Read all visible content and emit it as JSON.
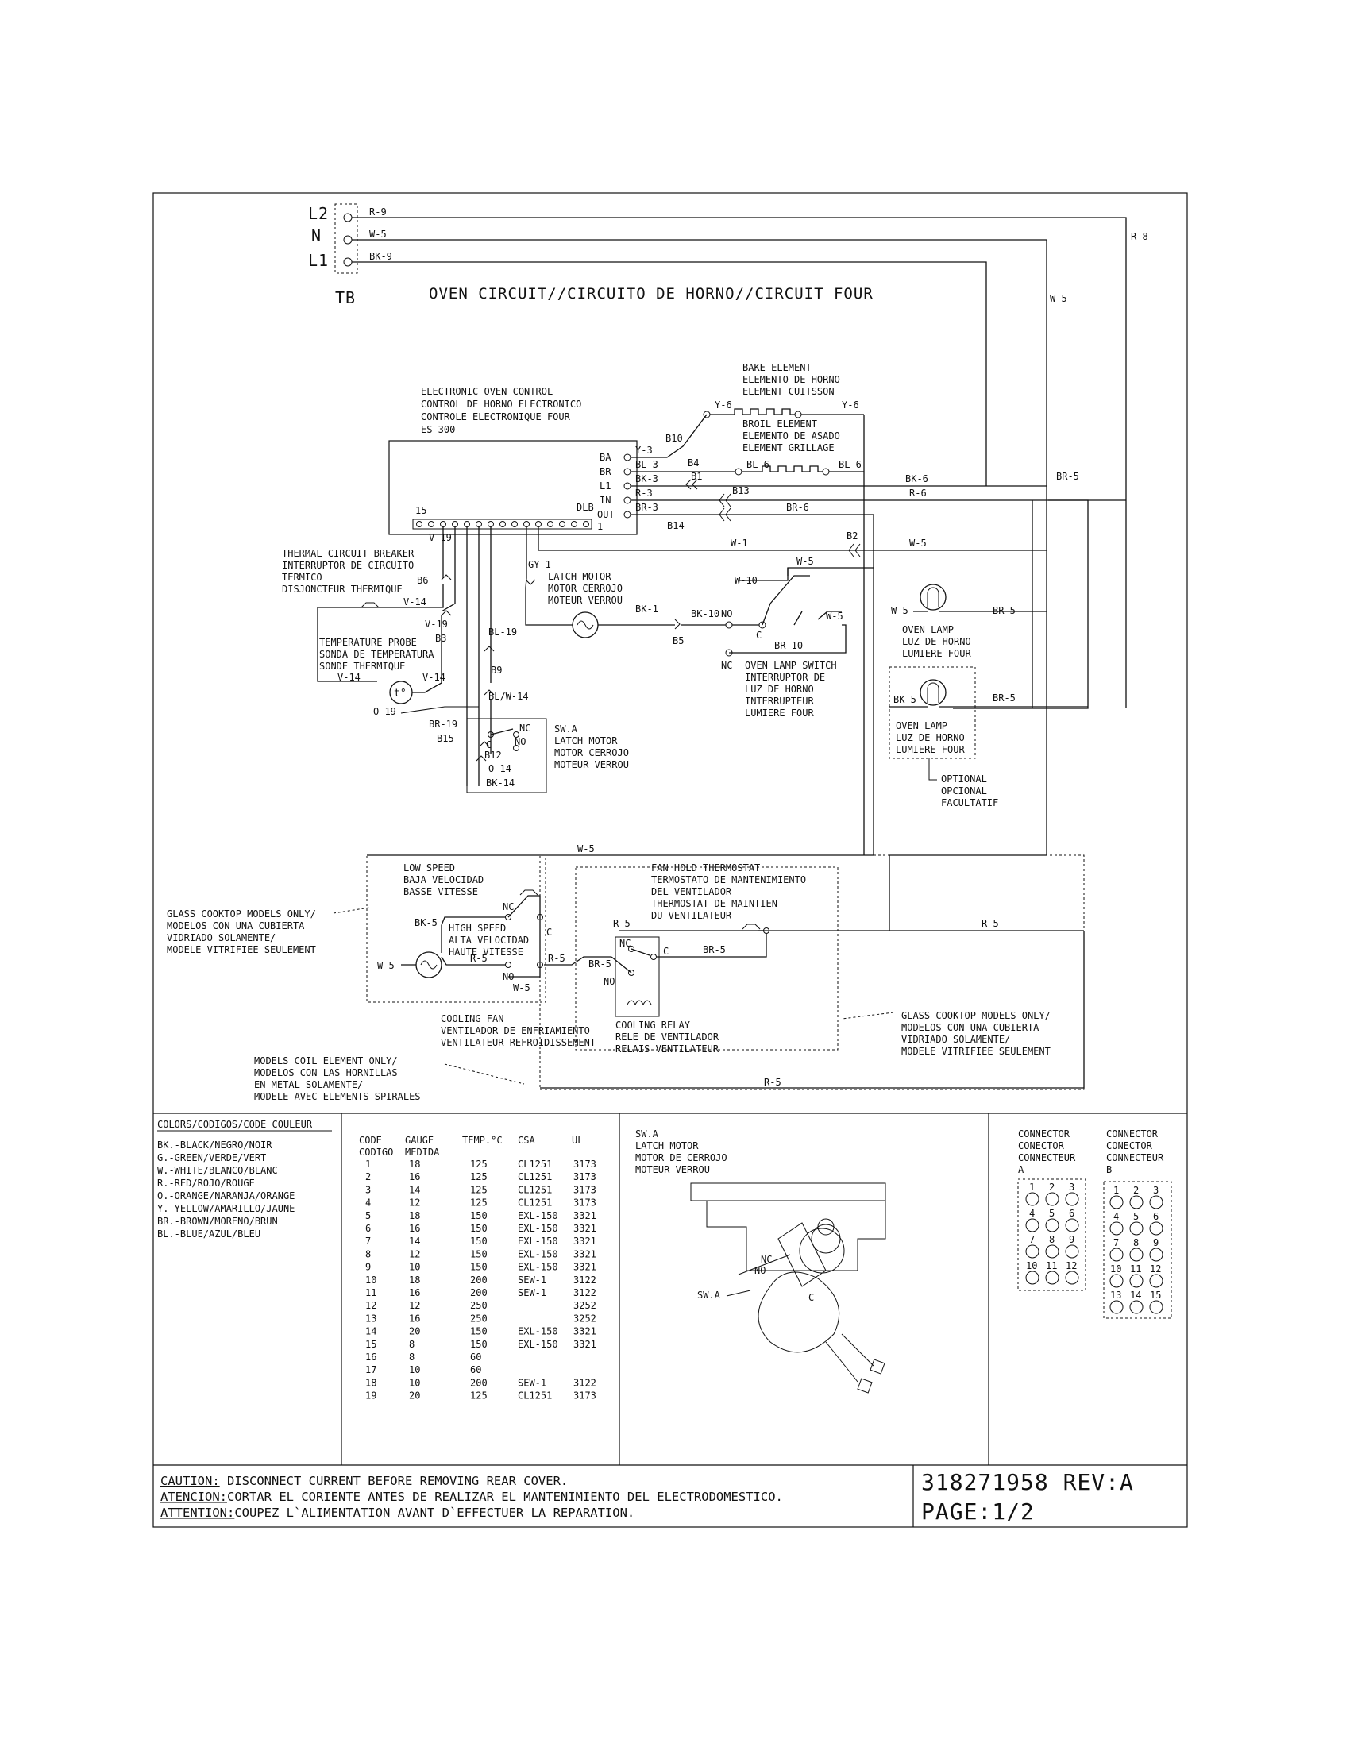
{
  "terminal_block": {
    "labels": [
      "L2",
      "N",
      "L1"
    ],
    "name": "TB"
  },
  "title": "OVEN CIRCUIT//CIRCUITO DE HORNO//CIRCUIT FOUR",
  "wires": {
    "r9": "R-9",
    "w5": "W-5",
    "bk9": "BK-9",
    "r8": "R-8",
    "w5_right": "W-5",
    "y6a": "Y-6",
    "y6b": "Y-6",
    "y3": "Y-3",
    "bl3": "BL-3",
    "bl6a": "BL-6",
    "bl6b": "BL-6",
    "bk3": "BK-3",
    "r3": "R-3",
    "br3": "BR-3",
    "bk6": "BK-6",
    "r6": "R-6",
    "br6": "BR-6",
    "br5a": "BR-5",
    "v19a": "V-19",
    "w1": "W-1",
    "w5b": "W-5",
    "gy1": "GY-1",
    "w5c": "W-5",
    "w10": "W-10",
    "bk1": "BK-1",
    "bk10": "BK-10",
    "w5d": "W-5",
    "br10": "BR-10",
    "v14a": "V-14",
    "v19b": "V-19",
    "bl19": "BL-19",
    "v14b": "V-14",
    "v14c": "V-14",
    "o19": "O-19",
    "blw14": "BL/W-14",
    "br19": "BR-19",
    "o14": "O-14",
    "bk14": "BK-14",
    "w5e": "W-5",
    "br5b": "BR-5",
    "bk5a": "BK-5",
    "br5c": "BR-5",
    "w5top": "W-5",
    "bk5b": "BK-5",
    "w5f": "W-5",
    "r5a": "R-5",
    "r5b": "R-5",
    "w5g": "W-5",
    "r5c": "R-5",
    "br5d": "BR-5",
    "br5e": "BR-5",
    "r5d": "R-5",
    "r5e": "R-5"
  },
  "connectors": {
    "b10": "B10",
    "b4": "B4",
    "b1": "B1",
    "b13": "B13",
    "b14": "B14",
    "b2": "B2",
    "b6": "B6",
    "b3": "B3",
    "b9": "B9",
    "b15": "B15",
    "b12": "B12",
    "b5": "B5"
  },
  "control": {
    "lines": [
      "ELECTRONIC OVEN CONTROL",
      "CONTROL DE HORNO ELECTRONICO",
      "CONTROLE ELECTRONIQUE FOUR",
      "ES 300"
    ],
    "pins": [
      "BA",
      "BR",
      "DLB",
      "L1",
      "IN",
      "OUT"
    ],
    "pin_start": "15",
    "pin_end": "1"
  },
  "bake_element": [
    "BAKE ELEMENT",
    "ELEMENTO DE HORNO",
    "ELEMENT CUITSSON"
  ],
  "broil_element": [
    "BROIL ELEMENT",
    "ELEMENTO DE ASADO",
    "ELEMENT GRILLAGE"
  ],
  "thermal_breaker": [
    "THERMAL CIRCUIT BREAKER",
    "INTERRUPTOR DE CIRCUITO",
    "TERMICO",
    "DISJONCTEUR THERMIQUE"
  ],
  "temp_probe": [
    "TEMPERATURE PROBE",
    "SONDA DE TEMPERATURA",
    "SONDE THERMIQUE"
  ],
  "probe_symbol": "t°",
  "latch_motor": [
    "LATCH MOTOR",
    "MOTOR CERROJO",
    "MOTEUR VERROU"
  ],
  "lamp_switch": [
    "OVEN LAMP SWITCH",
    "INTERRUPTOR DE",
    "LUZ DE HORNO",
    "INTERRUPTEUR",
    "LUMIERE FOUR"
  ],
  "oven_lamp": [
    "OVEN LAMP",
    "LUZ DE HORNO",
    "LUMIERE FOUR"
  ],
  "optional": [
    "OPTIONAL",
    "OPCIONAL",
    "FACULTATIF"
  ],
  "swa": [
    "SW.A",
    "LATCH MOTOR",
    "MOTOR CERROJO",
    "MOTEUR VERROU"
  ],
  "contacts": {
    "nc": "NC",
    "no": "NO",
    "c": "C"
  },
  "low_speed": [
    "LOW SPEED",
    "BAJA VELOCIDAD",
    "BASSE VITESSE"
  ],
  "high_speed": [
    "HIGH SPEED",
    "ALTA VELOCIDAD",
    "HAUTE VITESSE"
  ],
  "fan_hold": [
    "FAN HOLD THERMOSTAT",
    "TERMOSTATO DE MANTENIMIENTO",
    "DEL VENTILADOR",
    "THERMOSTAT DE MAINTIEN",
    "DU VENTILATEUR"
  ],
  "glass_left": [
    "GLASS COOKTOP MODELS ONLY/",
    "MODELOS CON UNA CUBIERTA",
    "VIDRIADO SOLAMENTE/",
    "MODELE VITRIFIEE SEULEMENT"
  ],
  "glass_right": [
    "GLASS COOKTOP MODELS ONLY/",
    "MODELOS CON UNA CUBIERTA",
    "VIDRIADO SOLAMENTE/",
    "MODELE VITRIFIEE SEULEMENT"
  ],
  "cooling_fan": [
    "COOLING FAN",
    "VENTILADOR DE ENFRIAMIENTO",
    "VENTILATEUR REFROIDISSEMENT"
  ],
  "cooling_relay": [
    "COOLING RELAY",
    "RELE DE VENTILADOR",
    "RELAIS VENTILATEUR"
  ],
  "coil_models": [
    "MODELS COIL ELEMENT ONLY/",
    "MODELOS CON LAS HORNILLAS",
    "EN METAL SOLAMENTE/",
    "MODELE AVEC ELEMENTS SPIRALES"
  ],
  "colors_legend": {
    "title": "COLORS/CODIGOS/CODE COULEUR",
    "items": [
      "BK.-BLACK/NEGRO/NOIR",
      "G.-GREEN/VERDE/VERT",
      "W.-WHITE/BLANCO/BLANC",
      "R.-RED/ROJO/ROUGE",
      "O.-ORANGE/NARANJA/ORANGE",
      "Y.-YELLOW/AMARILLO/JAUNE",
      "BR.-BROWN/MORENO/BRUN",
      "BL.-BLUE/AZUL/BLEU"
    ]
  },
  "wire_table": {
    "headers": [
      "CODE",
      "GAUGE",
      "TEMP.°C",
      "CSA",
      "UL"
    ],
    "headers2": [
      "CODIGO",
      "MEDIDA"
    ],
    "rows": [
      [
        "1",
        "18",
        "125",
        "CL1251",
        "3173"
      ],
      [
        "2",
        "16",
        "125",
        "CL1251",
        "3173"
      ],
      [
        "3",
        "14",
        "125",
        "CL1251",
        "3173"
      ],
      [
        "4",
        "12",
        "125",
        "CL1251",
        "3173"
      ],
      [
        "5",
        "18",
        "150",
        "EXL-150",
        "3321"
      ],
      [
        "6",
        "16",
        "150",
        "EXL-150",
        "3321"
      ],
      [
        "7",
        "14",
        "150",
        "EXL-150",
        "3321"
      ],
      [
        "8",
        "12",
        "150",
        "EXL-150",
        "3321"
      ],
      [
        "9",
        "10",
        "150",
        "EXL-150",
        "3321"
      ],
      [
        "10",
        "18",
        "200",
        "SEW-1",
        "3122"
      ],
      [
        "11",
        "16",
        "200",
        "SEW-1",
        "3122"
      ],
      [
        "12",
        "12",
        "250",
        "",
        "3252"
      ],
      [
        "13",
        "16",
        "250",
        "",
        "3252"
      ],
      [
        "14",
        "20",
        "150",
        "EXL-150",
        "3321"
      ],
      [
        "15",
        "8",
        "150",
        "EXL-150",
        "3321"
      ],
      [
        "16",
        "8",
        "60",
        "",
        ""
      ],
      [
        "17",
        "10",
        "60",
        "",
        ""
      ],
      [
        "18",
        "10",
        "200",
        "SEW-1",
        "3122"
      ],
      [
        "19",
        "20",
        "125",
        "CL1251",
        "3173"
      ]
    ]
  },
  "swa_detail": {
    "lines": [
      "SW.A",
      "LATCH MOTOR",
      "MOTOR DE CERROJO",
      "MOTEUR VERROU"
    ],
    "label": "SW.A"
  },
  "connector_a": {
    "lines": [
      "CONNECTOR",
      "CONECTOR",
      "CONNECTEUR",
      "A"
    ],
    "pins": [
      "1",
      "2",
      "3",
      "4",
      "5",
      "6",
      "7",
      "8",
      "9",
      "10",
      "11",
      "12"
    ]
  },
  "connector_b": {
    "lines": [
      "CONNECTOR",
      "CONECTOR",
      "CONNECTEUR",
      "B"
    ],
    "pins": [
      "1",
      "2",
      "3",
      "4",
      "5",
      "6",
      "7",
      "8",
      "9",
      "10",
      "11",
      "12",
      "13",
      "14",
      "15"
    ]
  },
  "caution": {
    "l1_key": "CAUTION:",
    "l1": " DISCONNECT CURRENT BEFORE REMOVING REAR COVER.",
    "l2_key": "ATENCION:",
    "l2": "CORTAR EL CORIENTE ANTES DE REALIZAR EL MANTENIMIENTO DEL ELECTRODOMESTICO.",
    "l3_key": "ATTENTION:",
    "l3": "COUPEZ L`ALIMENTATION AVANT D`EFFECTUER LA REPARATION."
  },
  "part": {
    "number": "318271958 REV:A",
    "page": "PAGE:1/2"
  }
}
